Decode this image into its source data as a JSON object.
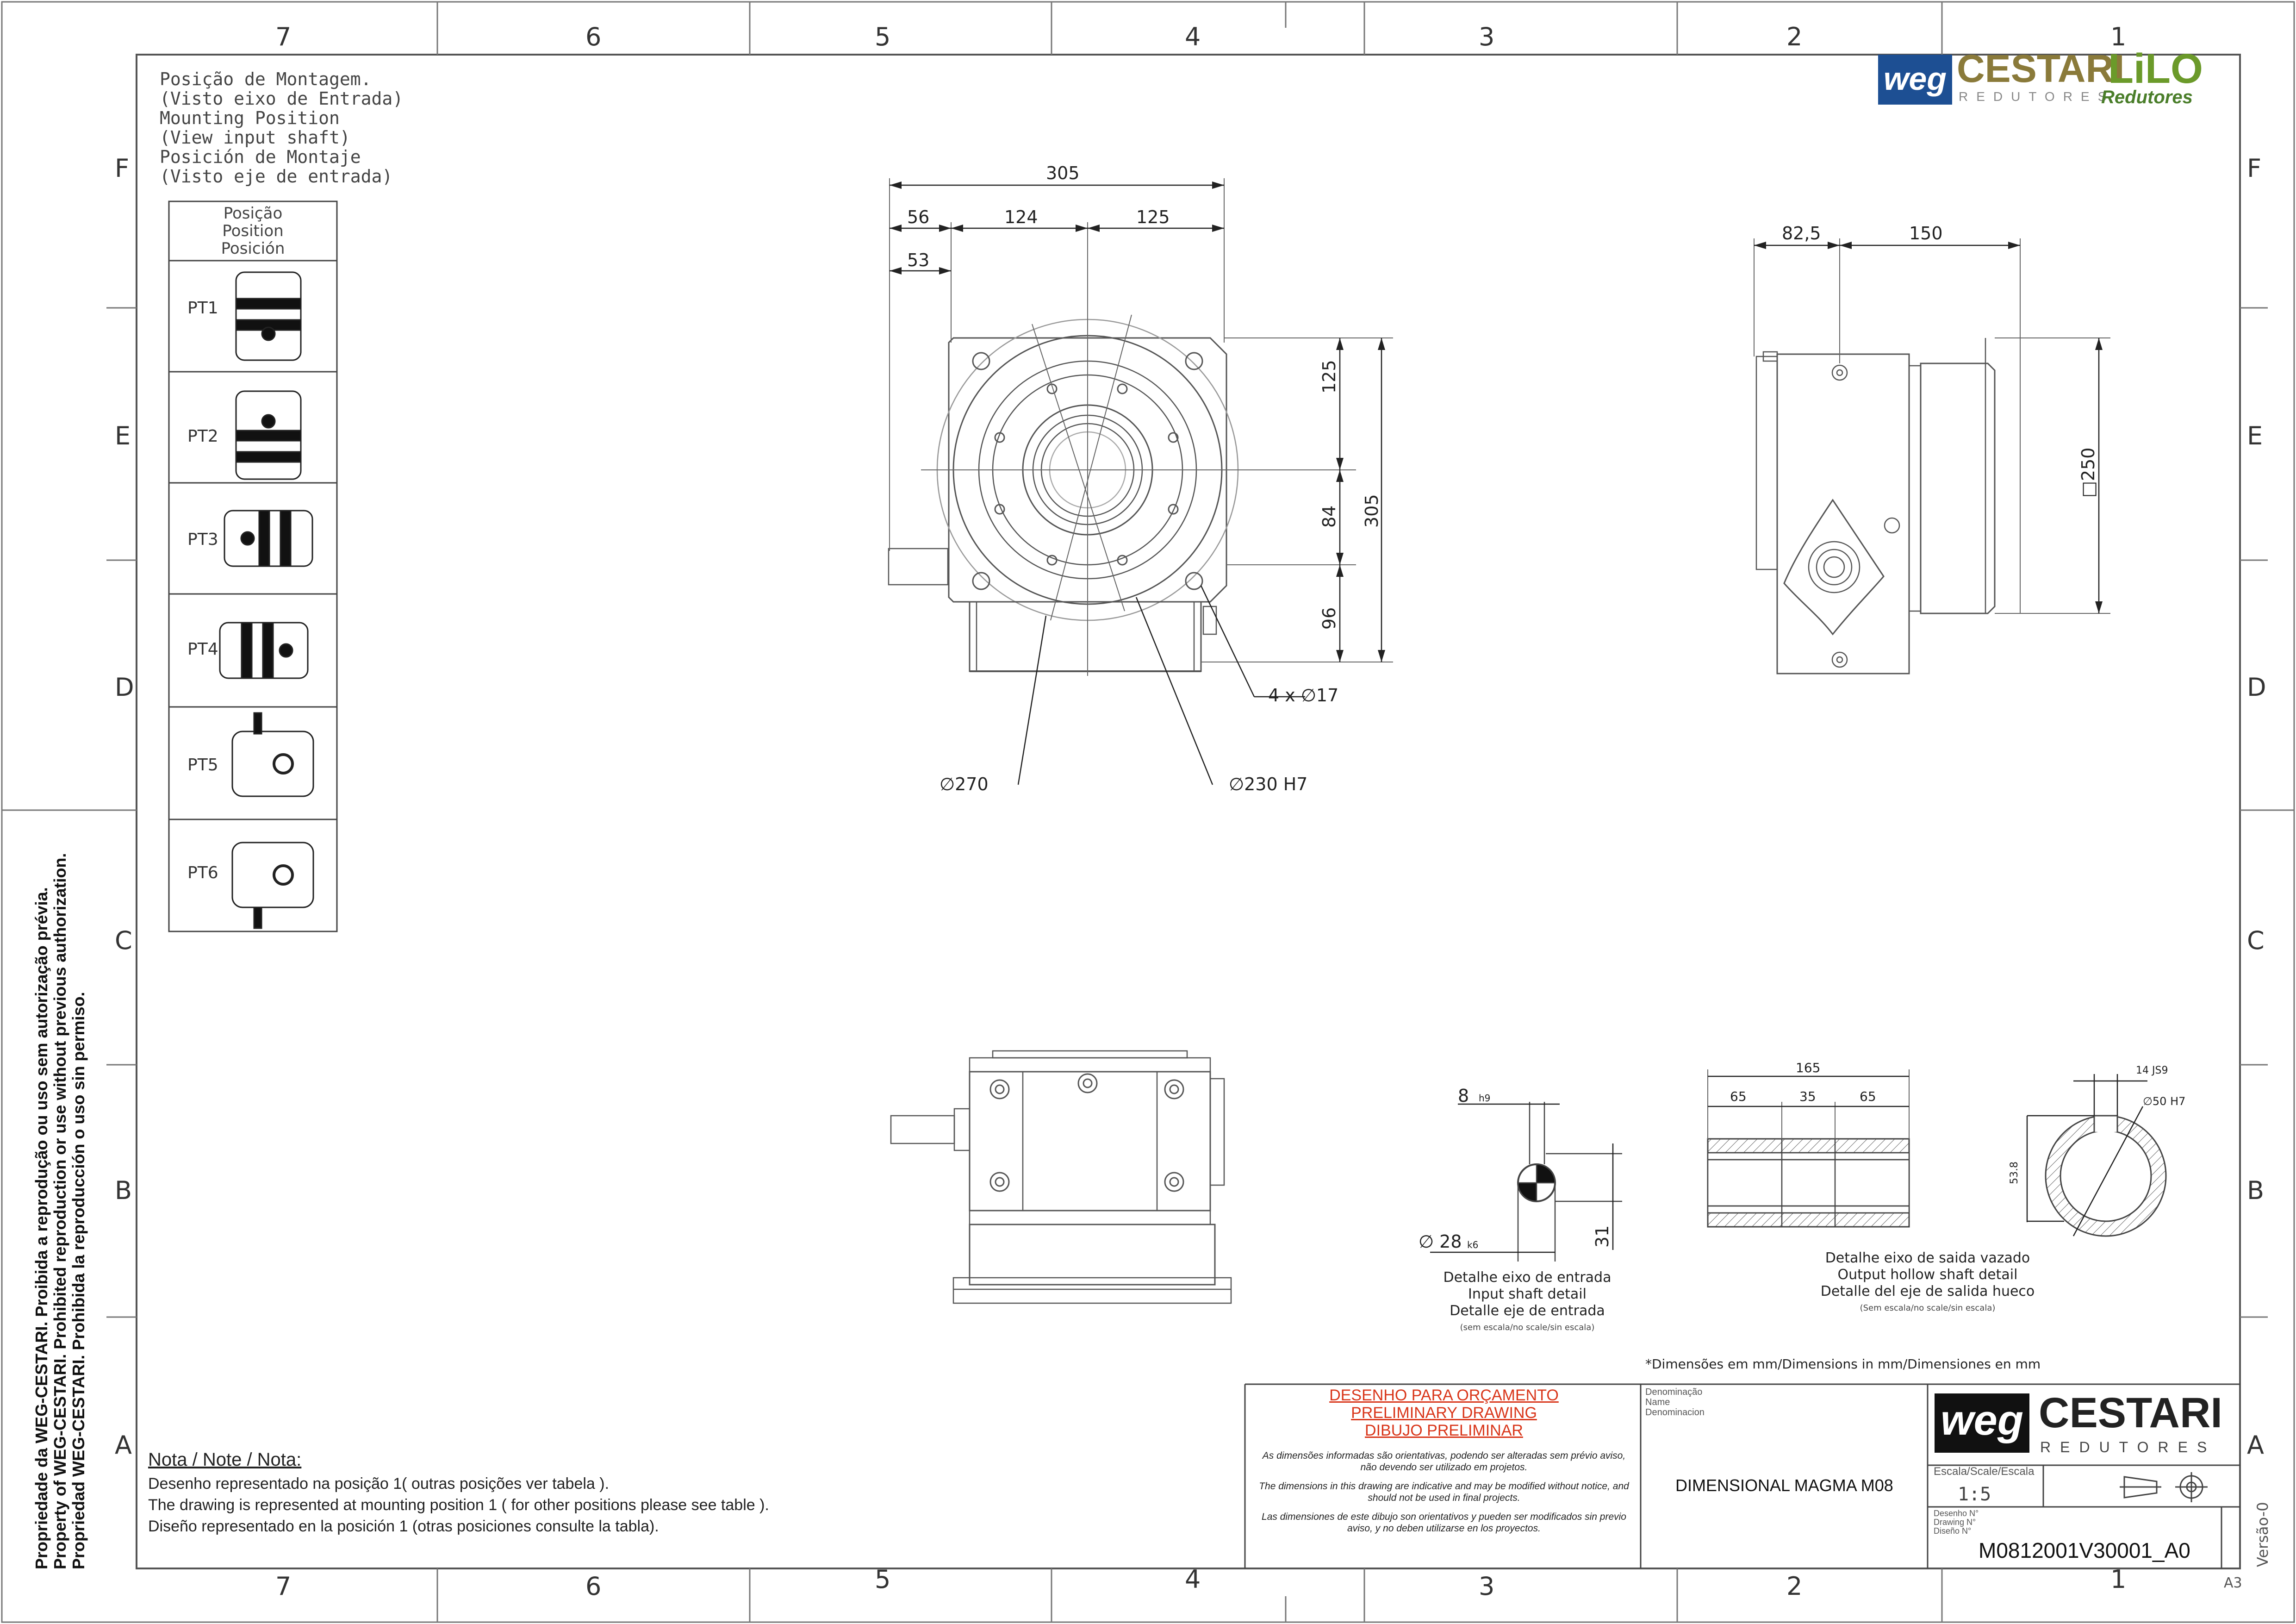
{
  "zones": {
    "cols": [
      "7",
      "6",
      "5",
      "4",
      "3",
      "2",
      "1"
    ],
    "rows": [
      "F",
      "E",
      "D",
      "C",
      "B",
      "A"
    ]
  },
  "brand": {
    "weg": "weg",
    "cestari": "CESTARI",
    "redutores": "REDUTORES",
    "lilo": "LiLO",
    "lilo_sub": "Redutores"
  },
  "mounting": {
    "header": [
      "Posição de Montagem.",
      "(Visto eixo de Entrada)",
      "Mounting Position",
      "(View input shaft)",
      "Posición de Montaje",
      "(Visto eje de entrada)"
    ],
    "table_head": [
      "Posição",
      "Position",
      "Posición"
    ],
    "positions": [
      "PT1",
      "PT2",
      "PT3",
      "PT4",
      "PT5",
      "PT6"
    ]
  },
  "front_view": {
    "d305": "305",
    "d56": "56",
    "d124": "124",
    "d125": "125",
    "d53": "53",
    "v125": "125",
    "v84": "84",
    "v96": "96",
    "v305": "305",
    "holes": "4 x ∅17",
    "dia270": "∅270",
    "dia230": "∅230 H7"
  },
  "side_view": {
    "d825": "82,5",
    "d150": "150",
    "sq250": "□250"
  },
  "input_detail": {
    "key_w": "8",
    "key_tol": "h9",
    "dia": "∅ 28",
    "dia_tol": "k6",
    "height": "31",
    "caption": [
      "Detalhe eixo de entrada",
      "Input shaft detail",
      "Detalle eje de entrada"
    ],
    "scale_note": "(sem escala/no scale/sin escala)"
  },
  "output_detail": {
    "d165": "165",
    "d65a": "65",
    "d35": "35",
    "d65b": "65",
    "key": "14 JS9",
    "bore": "∅50 H7",
    "h538": "53.8",
    "caption": [
      "Detalhe eixo de saida vazado",
      "Output hollow shaft detail",
      "Detalle del eje de salida hueco"
    ],
    "scale_note": "(Sem escala/no scale/sin escala)"
  },
  "dims_note": "*Dimensões em mm/Dimensions in mm/Dimensiones en mm",
  "side_text": [
    "Propriedade da WEG-CESTARI. Proibida a reprodução ou uso sem autorização prévia.",
    "Property of WEG-CESTARI. Prohibited reproduction or use without previous authorization.",
    "Propriedad WEG-CESTARI. Prohibida la reproducción o uso sin permiso."
  ],
  "notes": {
    "title": "Nota / Note / Nota:",
    "lines": [
      "Desenho representado na posição 1( outras posições ver tabela ).",
      "The drawing is represented at mounting position 1 ( for other positions please see table ).",
      "Diseño representado en la posición 1 (otras posiciones consulte la tabla)."
    ]
  },
  "title_block": {
    "preliminary": [
      "DESENHO PARA ORÇAMENTO",
      "PRELIMINARY DRAWING",
      "DIBUJO PRELIMINAR"
    ],
    "disclaimers": [
      "As dimensões informadas são orientativas, podendo ser alteradas sem prévio aviso, não devendo ser utilizado em projetos.",
      "The dimensions in this drawing are indicative and may be modified without notice, and should not be used in final projects.",
      "Las dimensiones de este dibujo son orientativos y pueden ser modificados sin previo aviso, y no deben utilizarse en los proyectos."
    ],
    "name_labels": [
      "Denominação",
      "Name",
      "Denominacion"
    ],
    "name": "DIMENSIONAL MAGMA M08",
    "scale_label": "Escala/Scale/Escala",
    "scale": "1:5",
    "drawing_labels": [
      "Desenho N°",
      "Drawing N°",
      "Diseño N°"
    ],
    "drawing_no": "M0812001V30001_A0",
    "version": "Versão-0",
    "sheet_size": "A3"
  }
}
